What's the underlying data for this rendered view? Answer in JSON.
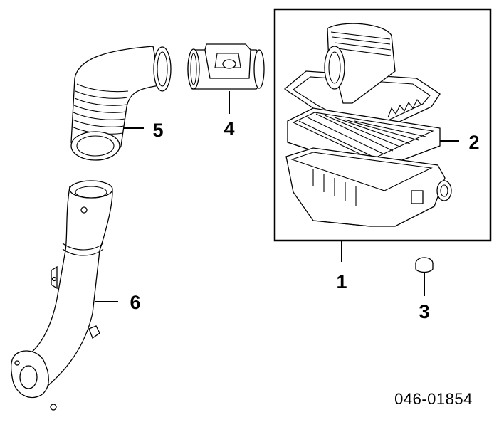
{
  "diagram": {
    "parts": [
      {
        "id": "1",
        "label": "1"
      },
      {
        "id": "2",
        "label": "2"
      },
      {
        "id": "3",
        "label": "3"
      },
      {
        "id": "4",
        "label": "4"
      },
      {
        "id": "5",
        "label": "5"
      },
      {
        "id": "6",
        "label": "6"
      }
    ],
    "reference_code": "046-01854"
  },
  "colors": {
    "ink": "#000000",
    "paper": "#ffffff"
  }
}
